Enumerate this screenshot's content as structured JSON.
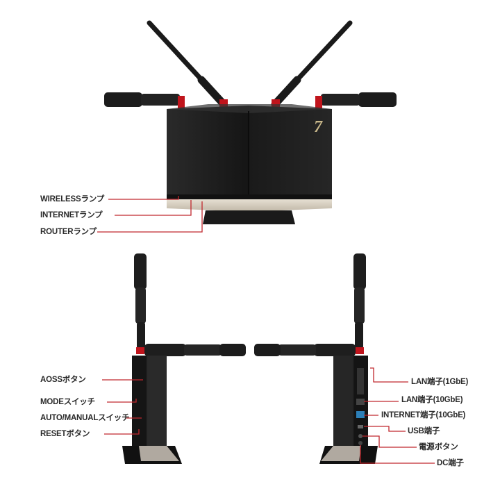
{
  "callouts": {
    "front": {
      "wireless_lamp": "WIRELESSランプ",
      "internet_lamp": "INTERNETランプ",
      "router_lamp": "ROUTERランプ"
    },
    "left_side": {
      "aoss_button": "AOSSボタン",
      "mode_switch": "MODEスイッチ",
      "auto_manual_switch": "AUTO/MANUALスイッチ",
      "reset_button": "RESETボタン"
    },
    "right_side": {
      "lan_port_1gbe": "LAN端子(1GbE)",
      "lan_port_10gbe": "LAN端子(10GbE)",
      "internet_port_10gbe": "INTERNET端子(10GbE)",
      "usb_port": "USB端子",
      "power_button": "電源ボタン",
      "dc_port": "DC端子"
    }
  },
  "colors": {
    "callout_line": "#c0272d",
    "antenna_joint": "#c0141c",
    "body": "#1f1f1f",
    "base": "#d8d0c4"
  },
  "logo": "7"
}
